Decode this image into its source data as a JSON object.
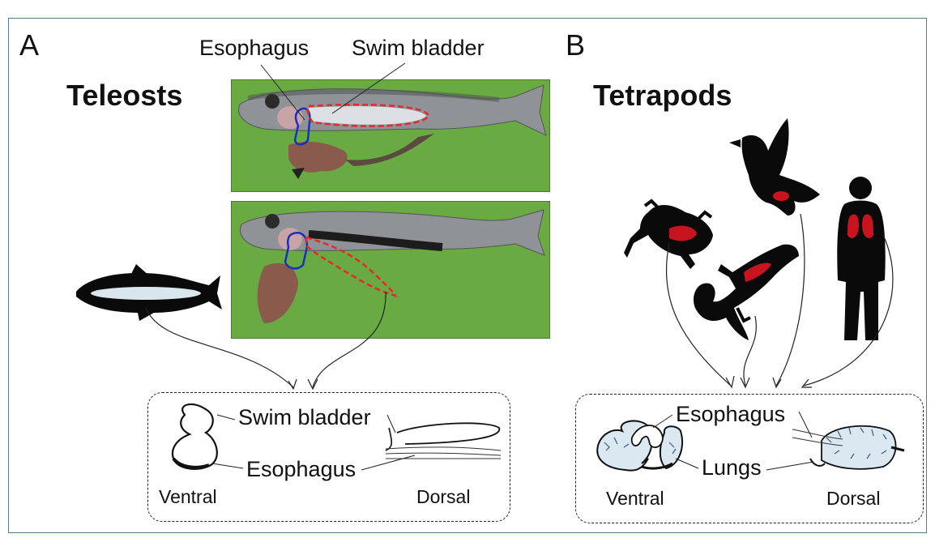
{
  "panel_a": {
    "letter": "A",
    "group_title": "Teleosts",
    "top_labels": {
      "esophagus": "Esophagus",
      "swim_bladder": "Swim bladder"
    },
    "schematic": {
      "swim_bladder": "Swim bladder",
      "esophagus": "Esophagus",
      "ventral": "Ventral",
      "dorsal": "Dorsal"
    }
  },
  "panel_b": {
    "letter": "B",
    "group_title": "Tetrapods",
    "schematic": {
      "esophagus": "Esophagus",
      "lungs": "Lungs",
      "ventral": "Ventral",
      "dorsal": "Dorsal"
    }
  },
  "colors": {
    "photo_background": "#6aaa43",
    "esophagus_outline": "#1a2fc0",
    "swim_bladder_outline": "#e8282a",
    "silhouette": "#0a0a0a",
    "lung_red": "#c8141e",
    "frame_border": "#5b7a91"
  },
  "icons": [
    "fish-silhouette-icon",
    "frog-silhouette-icon",
    "bird-silhouette-icon",
    "lizard-silhouette-icon",
    "human-silhouette-icon"
  ]
}
